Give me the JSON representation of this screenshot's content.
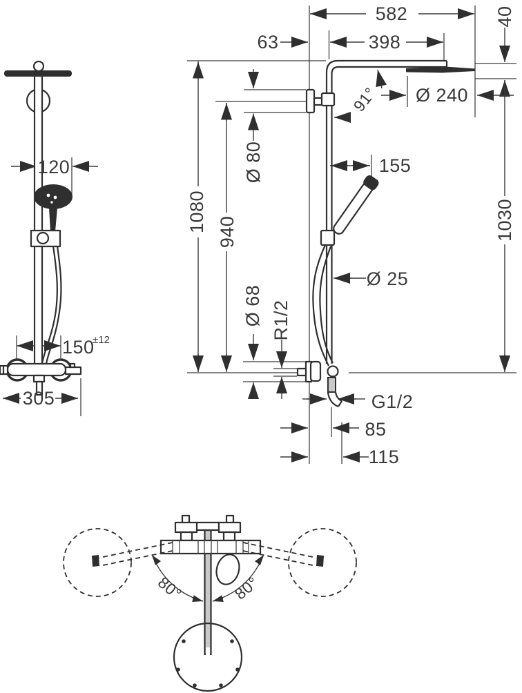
{
  "drawing": {
    "front": {
      "bar_offset": "120",
      "supply_spread": "150",
      "supply_tolerance": "±12",
      "valve_width": "305"
    },
    "side": {
      "depth_total": "582",
      "wall_to_pipe": "63",
      "arm_length": "398",
      "head_drop": "40",
      "head_diameter": "Ø 240",
      "arm_angle": "91°",
      "flange_diameter": "Ø 80",
      "handshower_reach": "155",
      "height_total": "1080",
      "height_supply": "940",
      "height_head": "1030",
      "escutcheon_diameter": "Ø 68",
      "supply_thread": "R1/2",
      "pipe_diameter": "Ø 25",
      "hose_thread": "G1/2",
      "outlet_depth": "85",
      "hose_depth": "115"
    },
    "top": {
      "swivel_left": "80°",
      "swivel_right": "80°"
    }
  }
}
